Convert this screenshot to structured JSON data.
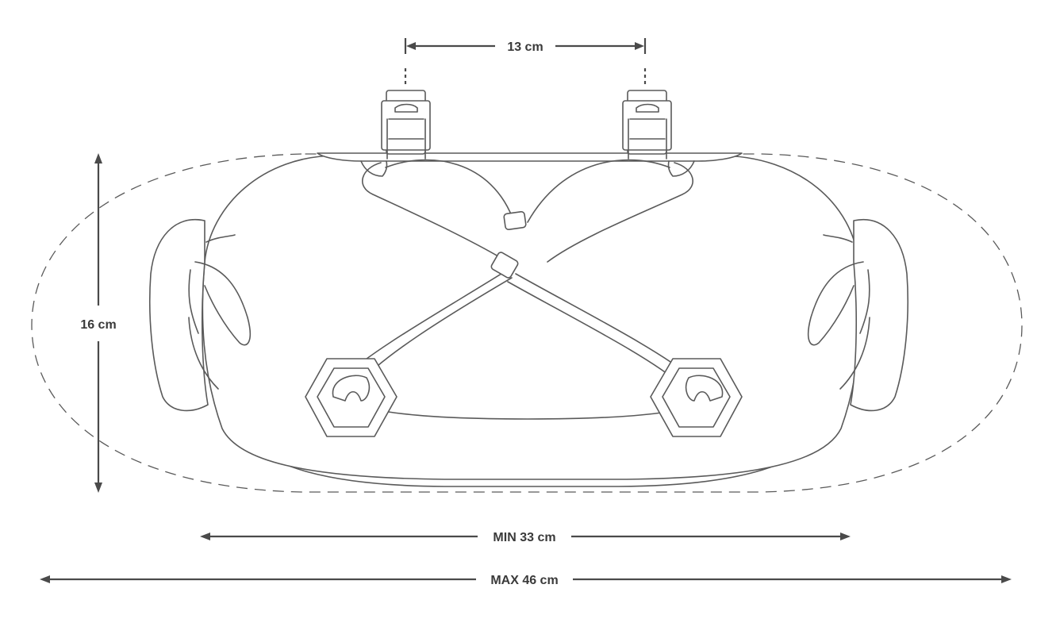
{
  "dimensions": {
    "mount_spacing": "13 cm",
    "height": "16 cm",
    "min_length": "MIN 33 cm",
    "max_length": "MAX 46 cm"
  }
}
